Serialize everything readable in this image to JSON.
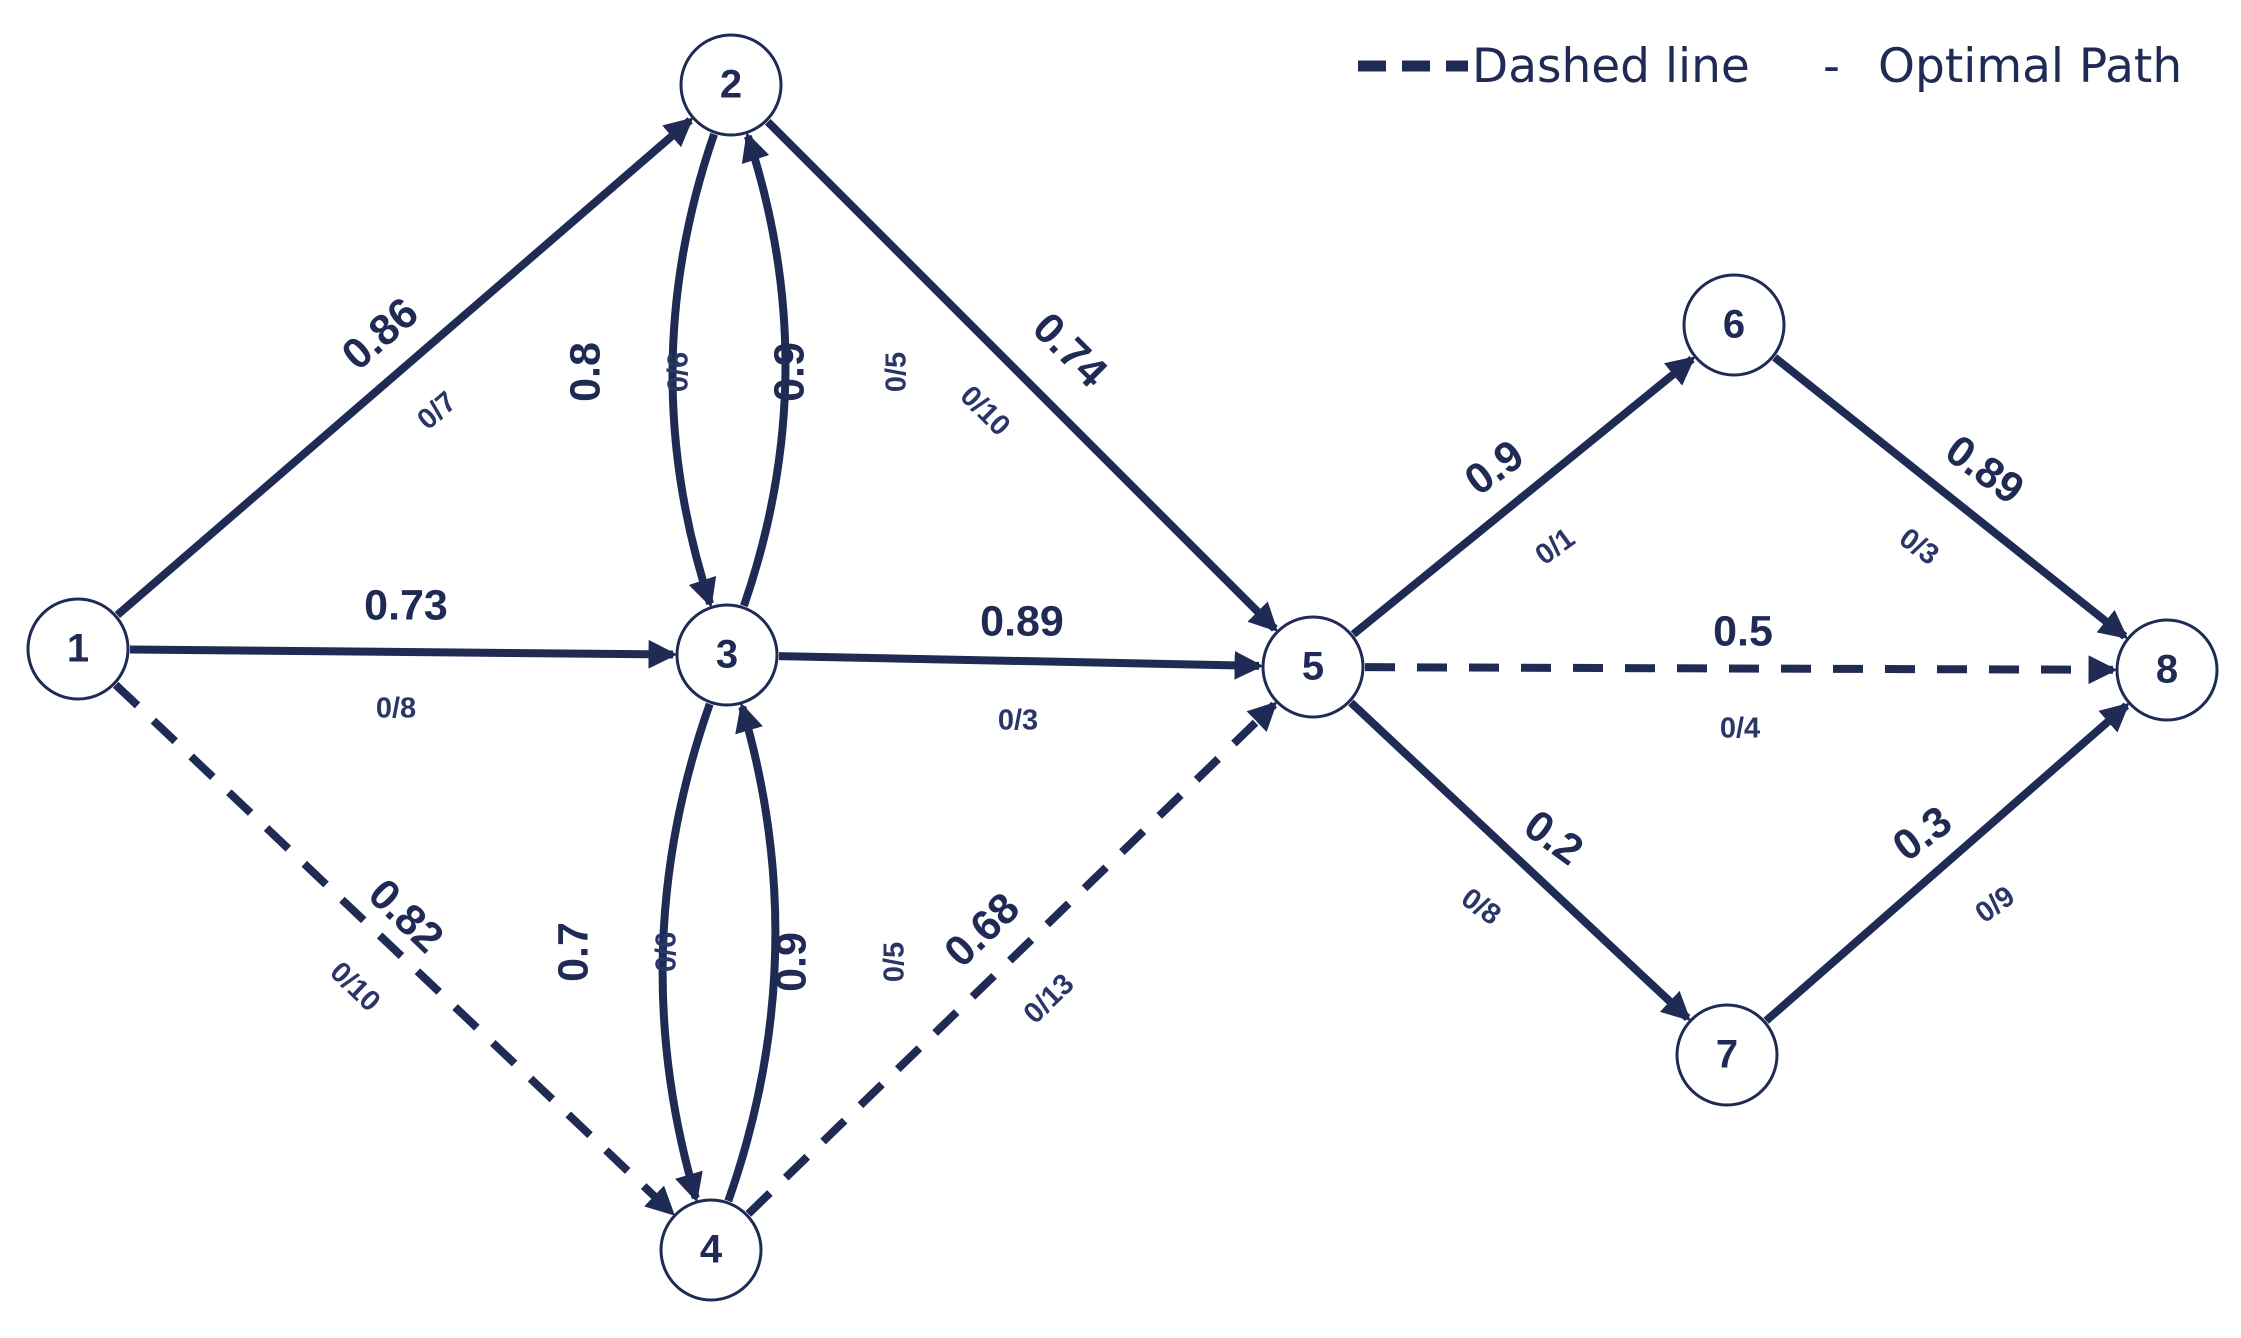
{
  "legend": {
    "dash_text": "Dashed line",
    "separator": "-",
    "meaning": "Optimal Path"
  },
  "colors": {
    "edge": "#1f2a55",
    "node_stroke": "#1f2a55",
    "node_fill": "#ffffff"
  },
  "nodes": [
    {
      "id": "1",
      "label": "1"
    },
    {
      "id": "2",
      "label": "2"
    },
    {
      "id": "3",
      "label": "3"
    },
    {
      "id": "4",
      "label": "4"
    },
    {
      "id": "5",
      "label": "5"
    },
    {
      "id": "6",
      "label": "6"
    },
    {
      "id": "7",
      "label": "7"
    },
    {
      "id": "8",
      "label": "8"
    }
  ],
  "edges": [
    {
      "from": "1",
      "to": "2",
      "weight": "0.86",
      "flow": "0/7",
      "optimal": false
    },
    {
      "from": "1",
      "to": "3",
      "weight": "0.73",
      "flow": "0/8",
      "optimal": false
    },
    {
      "from": "1",
      "to": "4",
      "weight": "0.82",
      "flow": "0/10",
      "optimal": true
    },
    {
      "from": "2",
      "to": "3",
      "weight": "0.8",
      "flow": "0/6",
      "optimal": false
    },
    {
      "from": "3",
      "to": "2",
      "weight": "0.9",
      "flow": "0/5",
      "optimal": false
    },
    {
      "from": "2",
      "to": "5",
      "weight": "0.74",
      "flow": "0/10",
      "optimal": false
    },
    {
      "from": "3",
      "to": "5",
      "weight": "0.89",
      "flow": "0/3",
      "optimal": false
    },
    {
      "from": "3",
      "to": "4",
      "weight": "0.7",
      "flow": "0/6",
      "optimal": false
    },
    {
      "from": "4",
      "to": "3",
      "weight": "0.9",
      "flow": "0/5",
      "optimal": false
    },
    {
      "from": "4",
      "to": "5",
      "weight": "0.68",
      "flow": "0/13",
      "optimal": true
    },
    {
      "from": "5",
      "to": "6",
      "weight": "0.9",
      "flow": "0/1",
      "optimal": false
    },
    {
      "from": "5",
      "to": "8",
      "weight": "0.5",
      "flow": "0/4",
      "optimal": true
    },
    {
      "from": "5",
      "to": "7",
      "weight": "0.2",
      "flow": "0/8",
      "optimal": false
    },
    {
      "from": "6",
      "to": "8",
      "weight": "0.89",
      "flow": "0/3",
      "optimal": false
    },
    {
      "from": "7",
      "to": "8",
      "weight": "0.3",
      "flow": "0/9",
      "optimal": false
    }
  ]
}
